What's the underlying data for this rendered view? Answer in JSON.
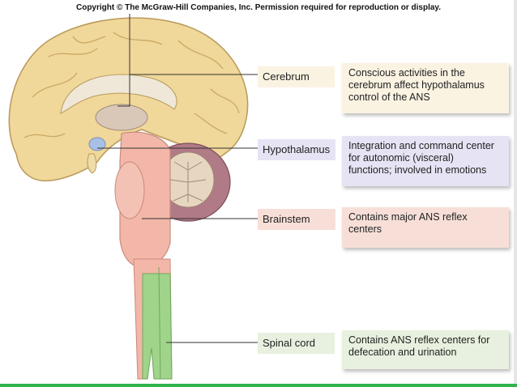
{
  "copyright": "Copyright © The McGraw-Hill Companies, Inc. Permission required for reproduction or display.",
  "colors": {
    "cerebrum_box": "#fbf3e2",
    "hypothalamus_box": "#e6e4f4",
    "brainstem_box": "#f7dfd8",
    "spinal_cord_box": "#e8f1df",
    "brain_tan": "#f0d79a",
    "brainstem_pink": "#f2b7a8",
    "spinal_green": "#9fd48a"
  },
  "regions": [
    {
      "name": "Cerebrum",
      "lines": [
        "Conscious activities in the",
        "cerebrum affect hypothalamus",
        "control of the ANS"
      ]
    },
    {
      "name": "Hypothalamus",
      "lines": [
        "Integration and command center",
        "for autonomic (visceral)",
        "functions; involved in emotions"
      ]
    },
    {
      "name": "Brainstem",
      "lines": [
        "Contains major ANS reflex",
        "centers"
      ]
    },
    {
      "name": "Spinal cord",
      "lines": [
        "Contains ANS reflex centers for",
        "defecation and urination"
      ]
    }
  ]
}
